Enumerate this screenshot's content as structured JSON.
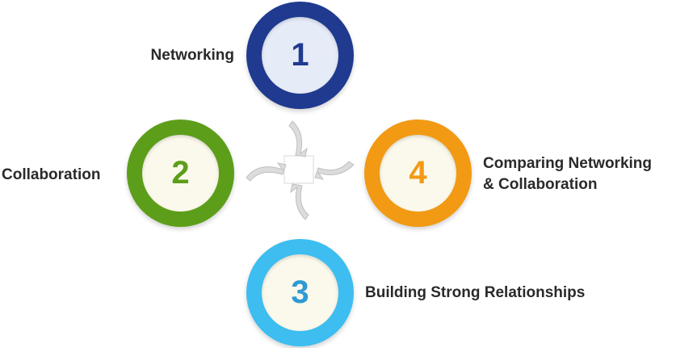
{
  "nodes": [
    {
      "number": "1",
      "label": "Networking",
      "ring_color": "#1f3a8f",
      "inner_color": "#e6ebf8",
      "text_color": "#1f3a8f"
    },
    {
      "number": "2",
      "label": "Collaboration",
      "ring_color": "#5c9e1a",
      "inner_color": "#fbf9ec",
      "text_color": "#5c9e1a"
    },
    {
      "number": "3",
      "label": "Building Strong Relationships",
      "ring_color": "#3dbdf0",
      "inner_color": "#fbf9ec",
      "text_color": "#2e9ad4"
    },
    {
      "number": "4",
      "label_line1": "Comparing Networking",
      "label_line2": "& Collaboration",
      "ring_color": "#f29a14",
      "inner_color": "#fbf9ec",
      "text_color": "#f29a14"
    }
  ],
  "connector_color": "#d6d6d6"
}
